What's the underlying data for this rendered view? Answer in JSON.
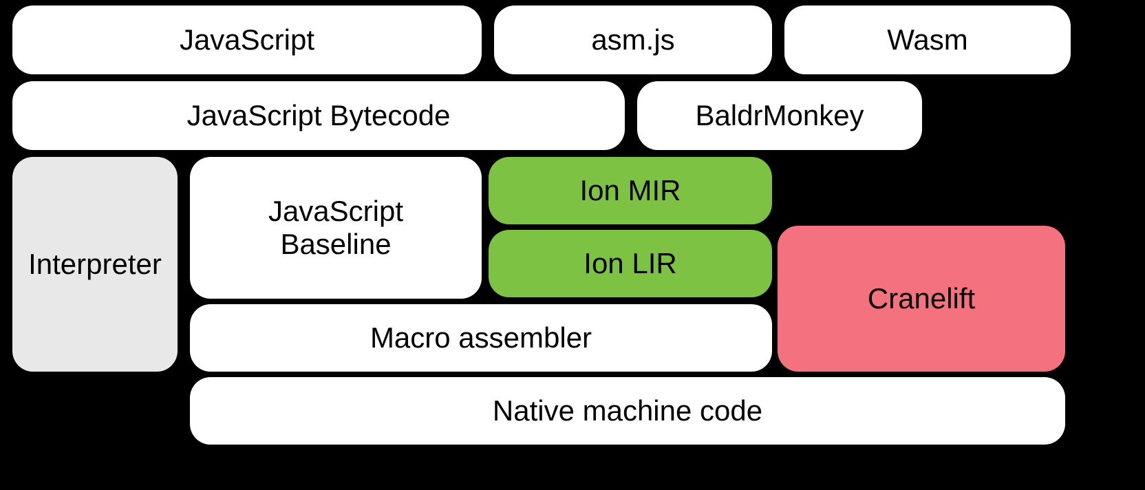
{
  "colors": {
    "background": "#000000",
    "box_white": "#ffffff",
    "box_gray": "#e8e8e8",
    "box_green": "#7dc243",
    "box_pink": "#f4717f",
    "text": "#000000"
  },
  "boxes": {
    "javascript": {
      "label": "JavaScript"
    },
    "asmjs": {
      "label": "asm.js"
    },
    "wasm": {
      "label": "Wasm"
    },
    "bytecode": {
      "label": "JavaScript Bytecode"
    },
    "baldrmonkey": {
      "label": "BaldrMonkey"
    },
    "interpreter": {
      "label": "Interpreter"
    },
    "baseline": {
      "label": "JavaScript Baseline"
    },
    "ion_mir": {
      "label": "Ion MIR"
    },
    "ion_lir": {
      "label": "Ion LIR"
    },
    "cranelift": {
      "label": "Cranelift"
    },
    "macro_assembler": {
      "label": "Macro assembler"
    },
    "native_machine_code": {
      "label": "Native machine code"
    }
  }
}
